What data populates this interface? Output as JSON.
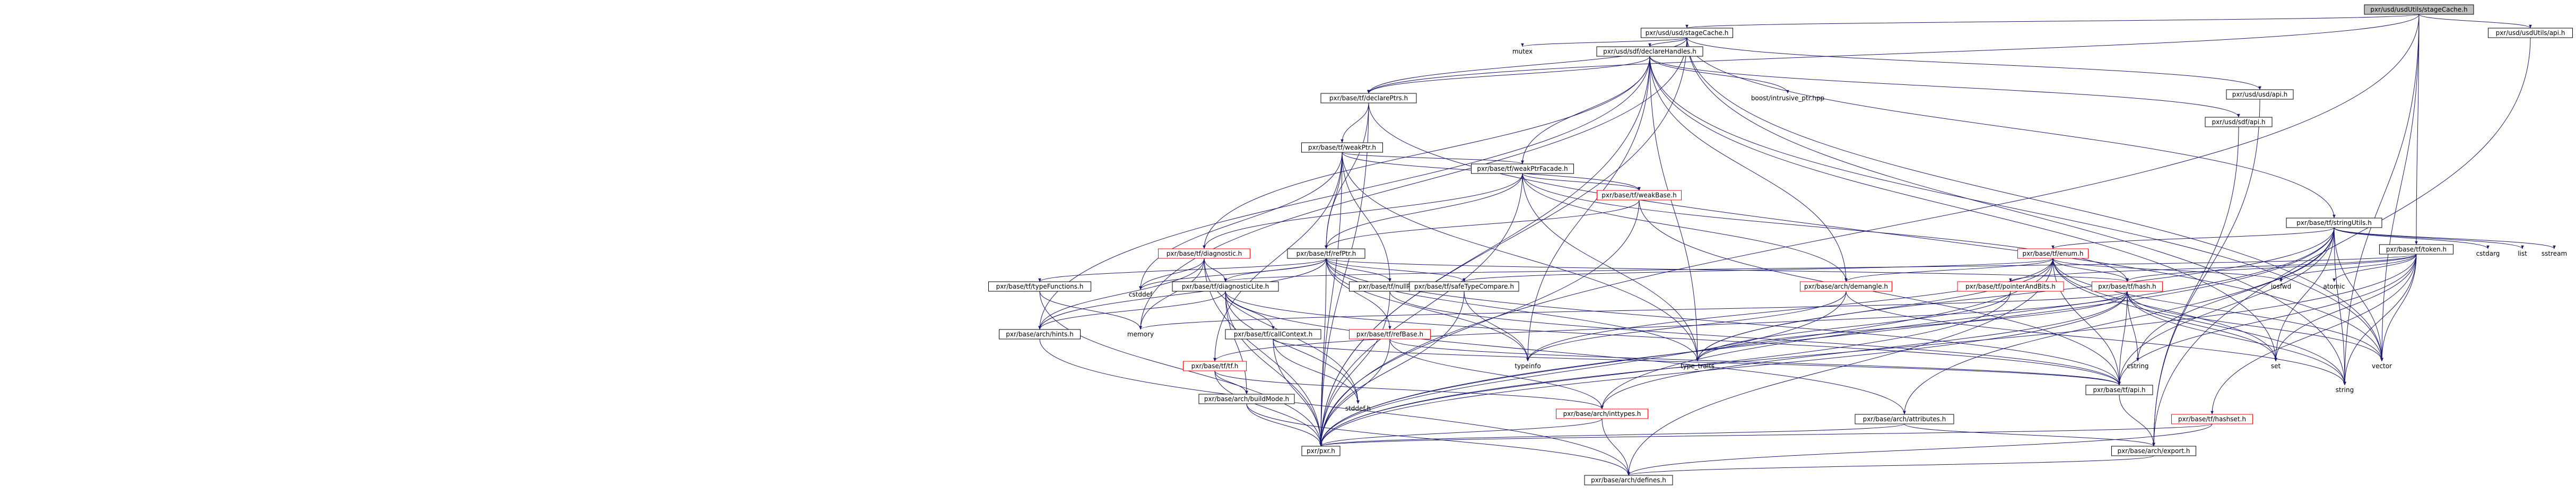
{
  "graph": {
    "title": "",
    "nodes": [
      {
        "id": "root",
        "label": "pxr/usd/usdUtils/stageCache.h",
        "kind": "root"
      },
      {
        "id": "usd_stageCache",
        "label": "pxr/usd/usd/stageCache.h",
        "kind": "normal"
      },
      {
        "id": "usdUtils_api",
        "label": "pxr/usd/usdUtils/api.h",
        "kind": "normal"
      },
      {
        "id": "mutex",
        "label": "mutex",
        "kind": "plain"
      },
      {
        "id": "sdf_declareHandles",
        "label": "pxr/usd/sdf/declareHandles.h",
        "kind": "normal"
      },
      {
        "id": "usd_api",
        "label": "pxr/usd/usd/api.h",
        "kind": "normal"
      },
      {
        "id": "tf_declarePtrs",
        "label": "pxr/base/tf/declarePtrs.h",
        "kind": "normal"
      },
      {
        "id": "boost_intrusive",
        "label": "boost/intrusive_ptr.hpp",
        "kind": "plain"
      },
      {
        "id": "sdf_api",
        "label": "pxr/usd/sdf/api.h",
        "kind": "normal"
      },
      {
        "id": "tf_weakPtr",
        "label": "pxr/base/tf/weakPtr.h",
        "kind": "normal"
      },
      {
        "id": "tf_stringUtils",
        "label": "pxr/base/tf/stringUtils.h",
        "kind": "normal"
      },
      {
        "id": "tf_weakPtrFacade",
        "label": "pxr/base/tf/weakPtrFacade.h",
        "kind": "normal"
      },
      {
        "id": "tf_weakBase",
        "label": "pxr/base/tf/weakBase.h",
        "kind": "red"
      },
      {
        "id": "tf_token",
        "label": "pxr/base/tf/token.h",
        "kind": "normal"
      },
      {
        "id": "tf_diagnostic",
        "label": "pxr/base/tf/diagnostic.h",
        "kind": "red"
      },
      {
        "id": "tf_refPtr",
        "label": "pxr/base/tf/refPtr.h",
        "kind": "normal"
      },
      {
        "id": "tf_enum",
        "label": "pxr/base/tf/enum.h",
        "kind": "red"
      },
      {
        "id": "cstdarg",
        "label": "cstdarg",
        "kind": "plain"
      },
      {
        "id": "list",
        "label": "list",
        "kind": "plain"
      },
      {
        "id": "sstream",
        "label": "sstream",
        "kind": "plain"
      },
      {
        "id": "tf_typeFunctions",
        "label": "pxr/base/tf/typeFunctions.h",
        "kind": "normal"
      },
      {
        "id": "tf_diagnosticLite",
        "label": "pxr/base/tf/diagnosticLite.h",
        "kind": "normal"
      },
      {
        "id": "tf_nullPtr",
        "label": "pxr/base/tf/nullPtr.h",
        "kind": "normal"
      },
      {
        "id": "tf_safeTypeCompare",
        "label": "pxr/base/tf/safeTypeCompare.h",
        "kind": "normal"
      },
      {
        "id": "arch_demangle",
        "label": "pxr/base/arch/demangle.h",
        "kind": "red"
      },
      {
        "id": "tf_pointerAndBits",
        "label": "pxr/base/tf/pointerAndBits.h",
        "kind": "red"
      },
      {
        "id": "tf_hash",
        "label": "pxr/base/tf/hash.h",
        "kind": "red"
      },
      {
        "id": "iosfwd",
        "label": "iosfwd",
        "kind": "plain"
      },
      {
        "id": "atomic",
        "label": "atomic",
        "kind": "plain"
      },
      {
        "id": "cstddef",
        "label": "cstddef",
        "kind": "plain"
      },
      {
        "id": "arch_hints",
        "label": "pxr/base/arch/hints.h",
        "kind": "normal"
      },
      {
        "id": "memory",
        "label": "memory",
        "kind": "plain"
      },
      {
        "id": "tf_callContext",
        "label": "pxr/base/tf/callContext.h",
        "kind": "normal"
      },
      {
        "id": "tf_refBase",
        "label": "pxr/base/tf/refBase.h",
        "kind": "red"
      },
      {
        "id": "tf_tf",
        "label": "pxr/base/tf/tf.h",
        "kind": "red"
      },
      {
        "id": "typeinfo",
        "label": "typeinfo",
        "kind": "plain"
      },
      {
        "id": "type_traits",
        "label": "type_traits",
        "kind": "plain"
      },
      {
        "id": "cstring",
        "label": "cstring",
        "kind": "plain"
      },
      {
        "id": "set",
        "label": "set",
        "kind": "plain"
      },
      {
        "id": "vector",
        "label": "vector",
        "kind": "plain"
      },
      {
        "id": "string",
        "label": "string",
        "kind": "plain"
      },
      {
        "id": "tf_api",
        "label": "pxr/base/tf/api.h",
        "kind": "normal"
      },
      {
        "id": "tf_hashset",
        "label": "pxr/base/tf/hashset.h",
        "kind": "red"
      },
      {
        "id": "arch_buildMode",
        "label": "pxr/base/arch/buildMode.h",
        "kind": "normal"
      },
      {
        "id": "stddef",
        "label": "stddef.h",
        "kind": "plain"
      },
      {
        "id": "arch_inttypes",
        "label": "pxr/base/arch/inttypes.h",
        "kind": "red"
      },
      {
        "id": "arch_attributes",
        "label": "pxr/base/arch/attributes.h",
        "kind": "normal"
      },
      {
        "id": "pxr",
        "label": "pxr/pxr.h",
        "kind": "normal"
      },
      {
        "id": "arch_export",
        "label": "pxr/base/arch/export.h",
        "kind": "normal"
      },
      {
        "id": "arch_defines",
        "label": "pxr/base/arch/defines.h",
        "kind": "normal"
      }
    ],
    "edges": [
      [
        "root",
        "usd_stageCache"
      ],
      [
        "root",
        "usdUtils_api"
      ],
      [
        "root",
        "pxr"
      ],
      [
        "root",
        "tf_declarePtrs"
      ],
      [
        "root",
        "tf_token"
      ],
      [
        "root",
        "string"
      ],
      [
        "root",
        "vector"
      ],
      [
        "usd_stageCache",
        "pxr"
      ],
      [
        "usd_stageCache",
        "usd_api"
      ],
      [
        "usd_stageCache",
        "sdf_declareHandles"
      ],
      [
        "usd_stageCache",
        "tf_declarePtrs"
      ],
      [
        "usd_stageCache",
        "tf_stringUtils"
      ],
      [
        "usd_stageCache",
        "memory"
      ],
      [
        "usd_stageCache",
        "mutex"
      ],
      [
        "usd_stageCache",
        "string"
      ],
      [
        "usd_stageCache",
        "vector"
      ],
      [
        "usdUtils_api",
        "arch_export"
      ],
      [
        "usd_api",
        "arch_export"
      ],
      [
        "sdf_declareHandles",
        "pxr"
      ],
      [
        "sdf_declareHandles",
        "sdf_api"
      ],
      [
        "sdf_declareHandles",
        "tf_diagnostic"
      ],
      [
        "sdf_declareHandles",
        "tf_weakPtrFacade"
      ],
      [
        "sdf_declareHandles",
        "tf_declarePtrs"
      ],
      [
        "sdf_declareHandles",
        "arch_demangle"
      ],
      [
        "sdf_declareHandles",
        "arch_hints"
      ],
      [
        "sdf_declareHandles",
        "boost_intrusive"
      ],
      [
        "sdf_declareHandles",
        "set"
      ],
      [
        "sdf_declareHandles",
        "typeinfo"
      ],
      [
        "sdf_declareHandles",
        "type_traits"
      ],
      [
        "sdf_declareHandles",
        "vector"
      ],
      [
        "sdf_api",
        "arch_export"
      ],
      [
        "tf_declarePtrs",
        "pxr"
      ],
      [
        "tf_declarePtrs",
        "tf_refPtr"
      ],
      [
        "tf_declarePtrs",
        "tf_weakPtr"
      ],
      [
        "tf_declarePtrs",
        "vector"
      ],
      [
        "tf_weakPtr",
        "pxr"
      ],
      [
        "tf_weakPtr",
        "tf_nullPtr"
      ],
      [
        "tf_weakPtr",
        "tf_refPtr"
      ],
      [
        "tf_weakPtr",
        "tf_tf"
      ],
      [
        "tf_weakPtr",
        "tf_weakBase"
      ],
      [
        "tf_weakPtr",
        "tf_weakPtrFacade"
      ],
      [
        "tf_weakPtr",
        "cstddef"
      ],
      [
        "tf_weakPtr",
        "type_traits"
      ],
      [
        "tf_weakPtrFacade",
        "pxr"
      ],
      [
        "tf_weakPtrFacade",
        "tf_diagnostic"
      ],
      [
        "tf_weakPtrFacade",
        "tf_refPtr"
      ],
      [
        "tf_weakPtrFacade",
        "tf_weakBase"
      ],
      [
        "tf_weakPtrFacade",
        "tf_hash"
      ],
      [
        "tf_weakPtrFacade",
        "arch_demangle"
      ],
      [
        "tf_weakPtrFacade",
        "type_traits"
      ],
      [
        "tf_weakBase",
        "pxr"
      ],
      [
        "tf_weakBase",
        "tf_api"
      ],
      [
        "tf_weakBase",
        "tf_refPtr"
      ],
      [
        "tf_stringUtils",
        "pxr"
      ],
      [
        "tf_stringUtils",
        "arch_attributes"
      ],
      [
        "tf_stringUtils",
        "arch_inttypes"
      ],
      [
        "tf_stringUtils",
        "tf_api"
      ],
      [
        "tf_stringUtils",
        "tf_enum"
      ],
      [
        "tf_stringUtils",
        "cstdarg"
      ],
      [
        "tf_stringUtils",
        "cstring"
      ],
      [
        "tf_stringUtils",
        "list"
      ],
      [
        "tf_stringUtils",
        "set"
      ],
      [
        "tf_stringUtils",
        "sstream"
      ],
      [
        "tf_stringUtils",
        "string"
      ],
      [
        "tf_stringUtils",
        "type_traits"
      ],
      [
        "tf_stringUtils",
        "vector"
      ],
      [
        "tf_token",
        "pxr"
      ],
      [
        "tf_token",
        "tf_api"
      ],
      [
        "tf_token",
        "tf_diagnosticLite"
      ],
      [
        "tf_token",
        "tf_hash"
      ],
      [
        "tf_token",
        "tf_pointerAndBits"
      ],
      [
        "tf_token",
        "tf_hashset"
      ],
      [
        "tf_token",
        "atomic"
      ],
      [
        "tf_token",
        "iosfwd"
      ],
      [
        "tf_token",
        "string"
      ],
      [
        "tf_token",
        "vector"
      ],
      [
        "tf_token",
        "set"
      ],
      [
        "tf_diagnostic",
        "pxr"
      ],
      [
        "tf_diagnostic",
        "tf_diagnosticLite"
      ],
      [
        "tf_diagnostic",
        "arch_hints"
      ],
      [
        "tf_diagnostic",
        "cstddef"
      ],
      [
        "tf_diagnostic",
        "stddef"
      ],
      [
        "tf_diagnostic",
        "memory"
      ],
      [
        "tf_refPtr",
        "pxr"
      ],
      [
        "tf_refPtr",
        "tf_diagnosticLite"
      ],
      [
        "tf_refPtr",
        "tf_nullPtr"
      ],
      [
        "tf_refPtr",
        "tf_refBase"
      ],
      [
        "tf_refPtr",
        "tf_safeTypeCompare"
      ],
      [
        "tf_refPtr",
        "tf_typeFunctions"
      ],
      [
        "tf_refPtr",
        "tf_api"
      ],
      [
        "tf_refPtr",
        "arch_hints"
      ],
      [
        "tf_refPtr",
        "tf_hash"
      ],
      [
        "tf_refPtr",
        "typeinfo"
      ],
      [
        "tf_refPtr",
        "type_traits"
      ],
      [
        "tf_refPtr",
        "cstddef"
      ],
      [
        "tf_enum",
        "pxr"
      ],
      [
        "tf_enum",
        "arch_demangle"
      ],
      [
        "tf_enum",
        "tf_api"
      ],
      [
        "tf_enum",
        "tf_hash"
      ],
      [
        "tf_enum",
        "tf_preprocessorUtils"
      ],
      [
        "tf_enum",
        "tf_safeTypeCompare"
      ],
      [
        "tf_enum",
        "iosfwd"
      ],
      [
        "tf_enum",
        "string"
      ],
      [
        "tf_enum",
        "typeinfo"
      ],
      [
        "tf_enum",
        "type_traits"
      ],
      [
        "tf_enum",
        "vector"
      ],
      [
        "tf_enum",
        "set"
      ],
      [
        "tf_enum",
        "arch_defines"
      ],
      [
        "tf_typeFunctions",
        "pxr"
      ],
      [
        "tf_typeFunctions",
        "memory"
      ],
      [
        "tf_diagnosticLite",
        "pxr"
      ],
      [
        "tf_diagnosticLite",
        "tf_api"
      ],
      [
        "tf_diagnosticLite",
        "arch_attributes"
      ],
      [
        "tf_diagnosticLite",
        "arch_buildMode"
      ],
      [
        "tf_diagnosticLite",
        "arch_hints"
      ],
      [
        "tf_diagnosticLite",
        "tf_callContext"
      ],
      [
        "tf_diagnosticLite",
        "stddef"
      ],
      [
        "tf_nullPtr",
        "pxr"
      ],
      [
        "tf_nullPtr",
        "tf_api"
      ],
      [
        "tf_safeTypeCompare",
        "pxr"
      ],
      [
        "tf_safeTypeCompare",
        "typeinfo"
      ],
      [
        "arch_demangle",
        "pxr"
      ],
      [
        "arch_demangle",
        "arch_api"
      ],
      [
        "arch_demangle",
        "string"
      ],
      [
        "arch_demangle",
        "typeinfo"
      ],
      [
        "tf_pointerAndBits",
        "pxr"
      ],
      [
        "tf_pointerAndBits",
        "arch_pragmas"
      ],
      [
        "tf_pointerAndBits",
        "type_traits"
      ],
      [
        "tf_pointerAndBits",
        "cstdint"
      ],
      [
        "tf_hash",
        "pxr"
      ],
      [
        "tf_hash",
        "tf_tf"
      ],
      [
        "tf_hash",
        "arch_hash"
      ],
      [
        "tf_hash",
        "cstring"
      ],
      [
        "tf_hash",
        "string"
      ],
      [
        "tf_hash",
        "map"
      ],
      [
        "tf_hash",
        "memory"
      ],
      [
        "tf_hash",
        "set"
      ],
      [
        "tf_hash",
        "typeindex"
      ],
      [
        "tf_hash",
        "type_traits"
      ],
      [
        "tf_hash",
        "utility"
      ],
      [
        "tf_hash",
        "vector"
      ],
      [
        "tf_hash",
        "tf_api"
      ],
      [
        "tf_hash",
        "arch_inttypes"
      ],
      [
        "arch_hints",
        "arch_defines"
      ],
      [
        "tf_callContext",
        "pxr"
      ],
      [
        "tf_callContext",
        "tf_api"
      ],
      [
        "tf_callContext",
        "stddef"
      ],
      [
        "tf_refBase",
        "pxr"
      ],
      [
        "tf_refBase",
        "tf_api"
      ],
      [
        "tf_refBase",
        "arch_inttypes"
      ],
      [
        "tf_tf",
        "pxr"
      ],
      [
        "tf_tf",
        "arch_buildMode"
      ],
      [
        "tf_tf",
        "arch_inttypes"
      ],
      [
        "tf_api",
        "arch_export"
      ],
      [
        "tf_hashset",
        "pxr"
      ],
      [
        "tf_hashset",
        "arch_defines"
      ],
      [
        "arch_buildMode",
        "pxr"
      ],
      [
        "arch_buildMode",
        "arch_defines"
      ],
      [
        "arch_inttypes",
        "pxr"
      ],
      [
        "arch_inttypes",
        "arch_defines"
      ],
      [
        "arch_attributes",
        "pxr"
      ],
      [
        "arch_attributes",
        "arch_export"
      ],
      [
        "arch_export",
        "arch_defines"
      ]
    ]
  }
}
